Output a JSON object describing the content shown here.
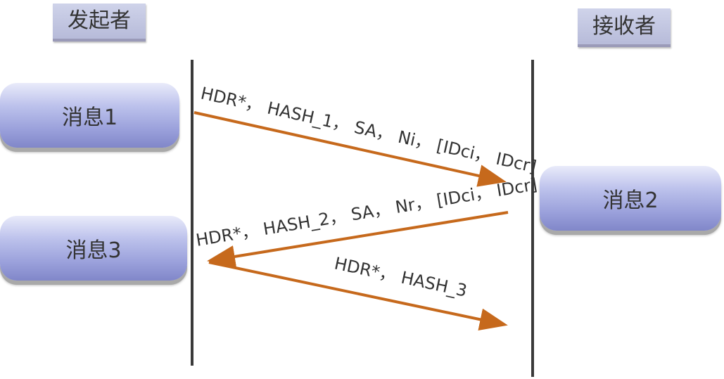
{
  "parties": {
    "initiator": "发起者",
    "responder": "接收者"
  },
  "messages": {
    "msg1": "消息1",
    "msg2": "消息2",
    "msg3": "消息3"
  },
  "arrows": {
    "a1_label": "HDR*， HASH_1， SA， Ni， [IDci， IDcr]",
    "a2_label": "HDR*， HASH_2， SA， Nr， [IDci， IDcr]",
    "a3_label": "HDR*， HASH_3"
  },
  "colors": {
    "arrow": "#c6691c",
    "lifeline": "#3a3a3a",
    "box_fill": "#a4a9df"
  }
}
